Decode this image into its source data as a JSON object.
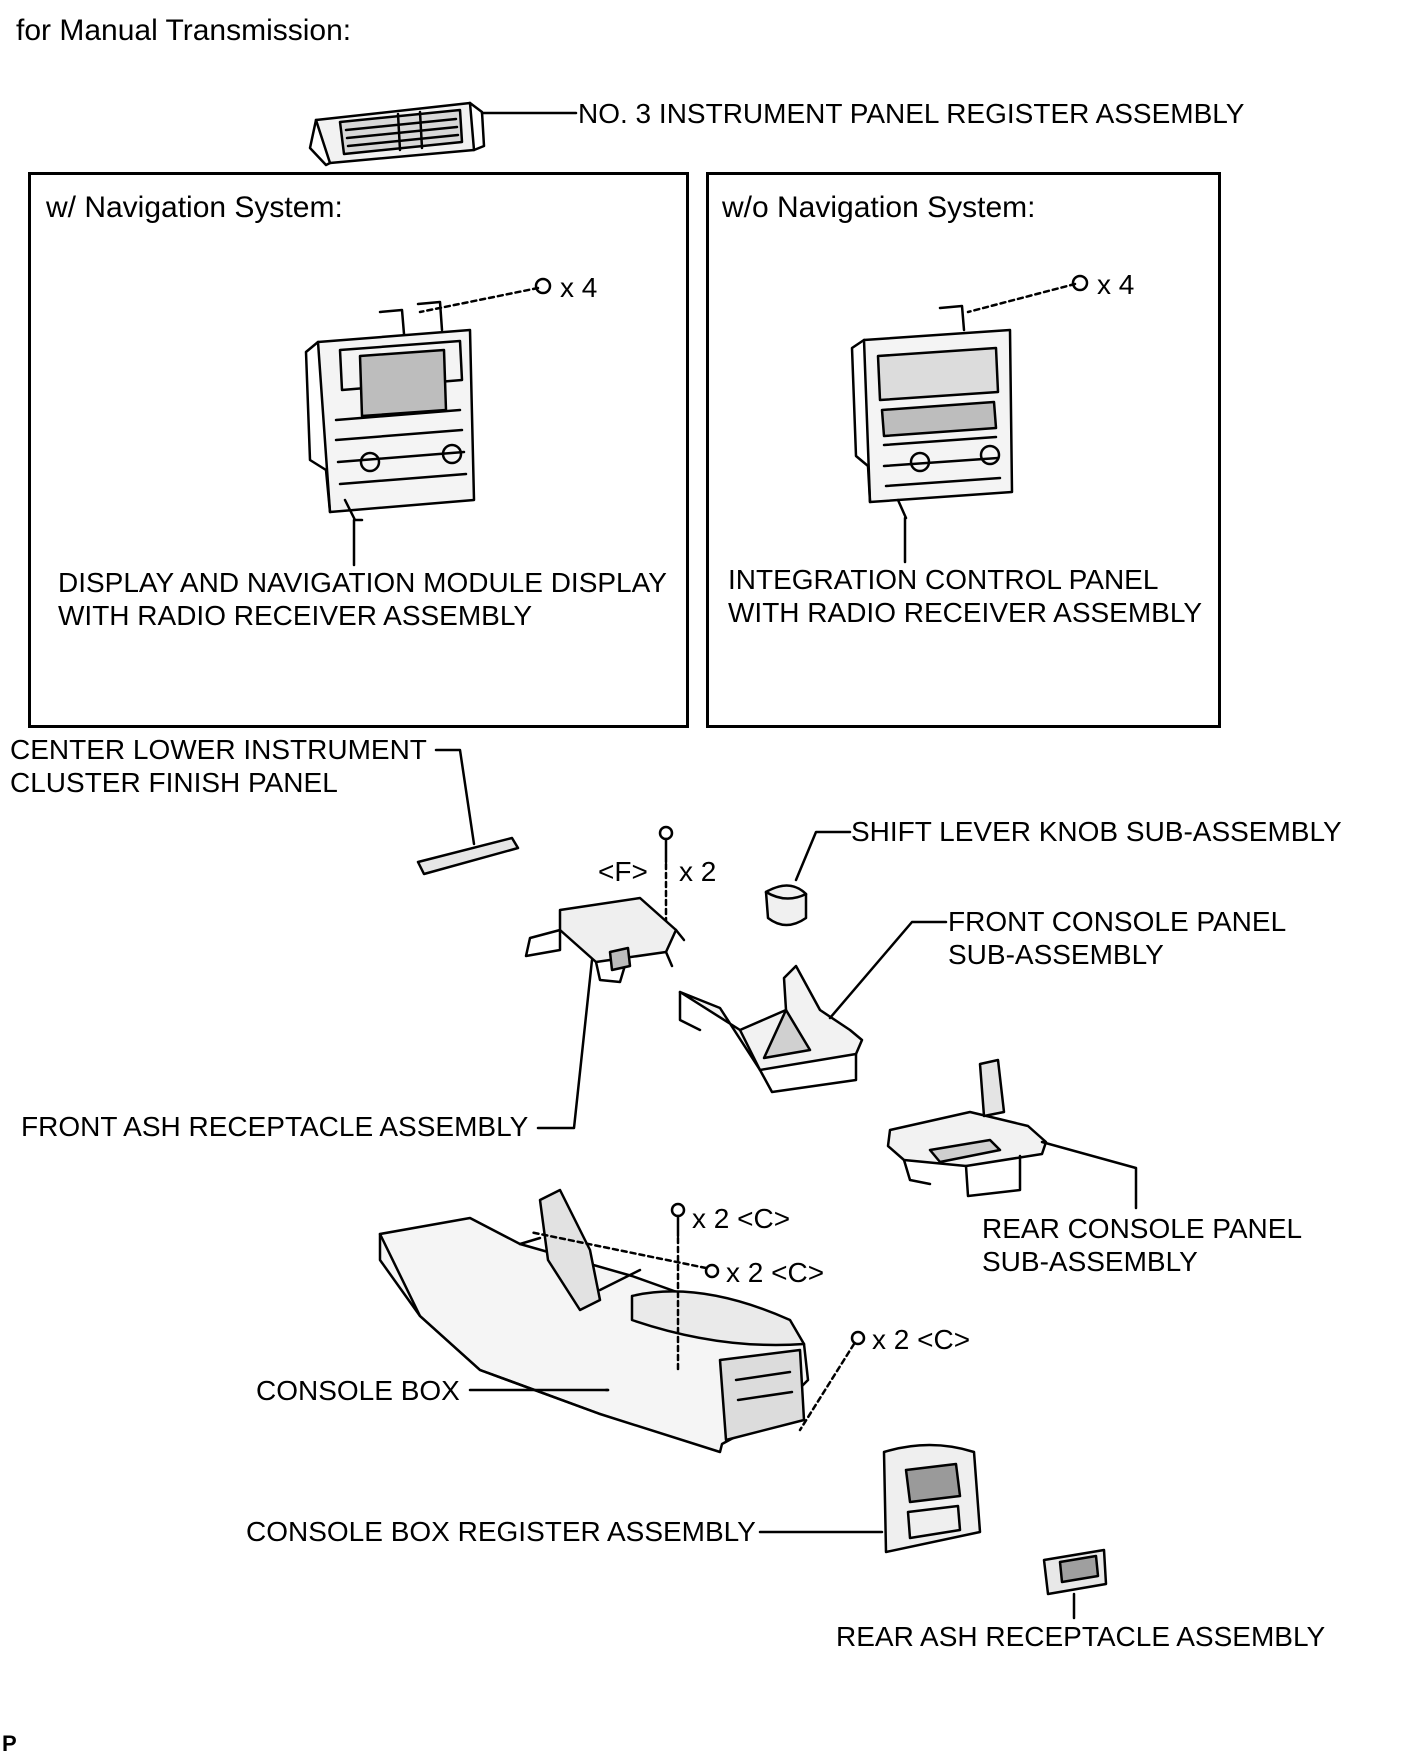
{
  "title": "for Manual Transmission:",
  "footer_mark": "P",
  "boxes": {
    "with_nav": {
      "heading": "w/ Navigation System:",
      "qty": "x 4",
      "part_line1": "DISPLAY AND NAVIGATION MODULE DISPLAY",
      "part_line2": "WITH RADIO RECEIVER ASSEMBLY"
    },
    "without_nav": {
      "heading": "w/o Navigation System:",
      "qty": "x 4",
      "part_line1": "INTEGRATION CONTROL PANEL",
      "part_line2": "WITH RADIO RECEIVER ASSEMBLY"
    }
  },
  "labels": {
    "register3": "NO. 3 INSTRUMENT PANEL REGISTER ASSEMBLY",
    "center_lower_1": "CENTER LOWER INSTRUMENT",
    "center_lower_2": "CLUSTER FINISH PANEL",
    "shift_knob": "SHIFT LEVER KNOB SUB-ASSEMBLY",
    "f_clip": "<F>",
    "f_qty": "x 2",
    "front_console_1": "FRONT CONSOLE PANEL",
    "front_console_2": "SUB-ASSEMBLY",
    "front_ash": "FRONT ASH RECEPTACLE ASSEMBLY",
    "rear_console_1": "REAR CONSOLE PANEL",
    "rear_console_2": "SUB-ASSEMBLY",
    "screw_c1": "x 2 <C>",
    "screw_c2": "x 2 <C>",
    "screw_c3": "x 2 <C>",
    "console_box": "CONSOLE BOX",
    "console_register": "CONSOLE BOX REGISTER ASSEMBLY",
    "rear_ash": "REAR ASH RECEPTACLE ASSEMBLY"
  }
}
